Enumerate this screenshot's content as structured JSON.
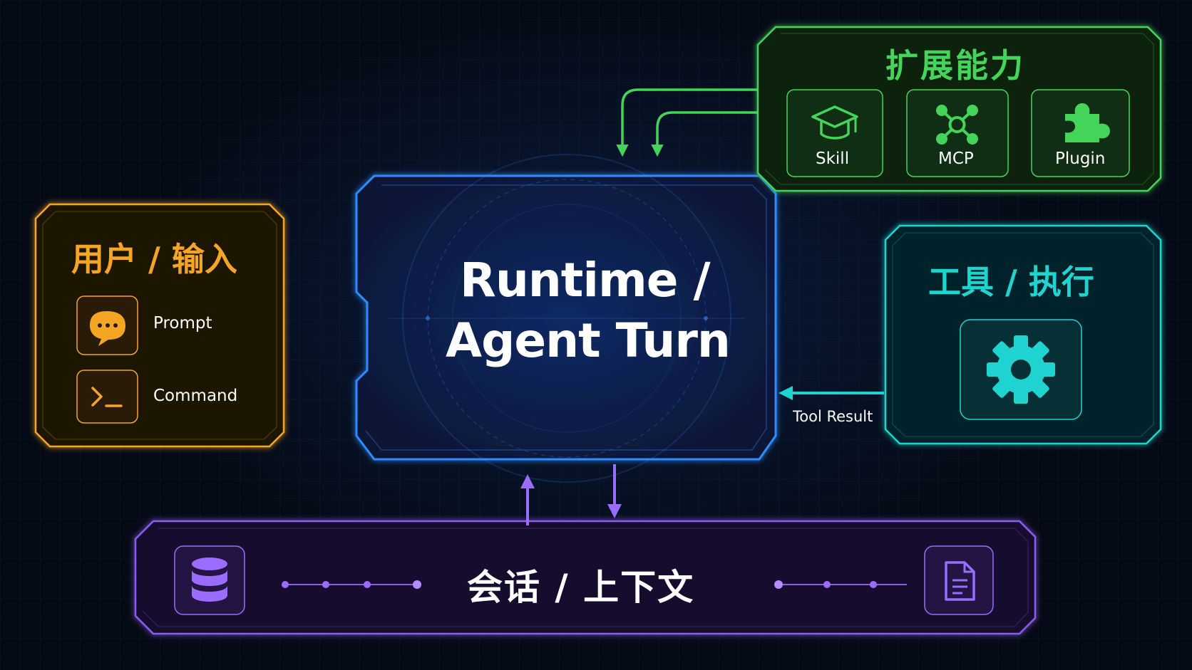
{
  "colors": {
    "input": "#f5a524",
    "runtime": "#2f8cff",
    "extend": "#45d45a",
    "tool": "#1fd4d0",
    "context": "#8c5cf0",
    "text": "#ffffff"
  },
  "runtime": {
    "line1": "Runtime /",
    "line2": "Agent Turn"
  },
  "input_panel": {
    "title": "用户 / 输入",
    "items": [
      {
        "icon": "speech-bubble-icon",
        "label": "Prompt"
      },
      {
        "icon": "terminal-icon",
        "label": "Command"
      }
    ]
  },
  "extend_panel": {
    "title": "扩展能力",
    "items": [
      {
        "icon": "graduation-cap-icon",
        "label": "Skill"
      },
      {
        "icon": "network-icon",
        "label": "MCP"
      },
      {
        "icon": "puzzle-icon",
        "label": "Plugin"
      }
    ]
  },
  "tool_panel": {
    "title": "工具 / 执行",
    "icon": "gear-icon",
    "return_label": "Tool Result"
  },
  "context_panel": {
    "title": "会话 / 上下文",
    "icons": [
      "database-icon",
      "document-icon"
    ]
  }
}
